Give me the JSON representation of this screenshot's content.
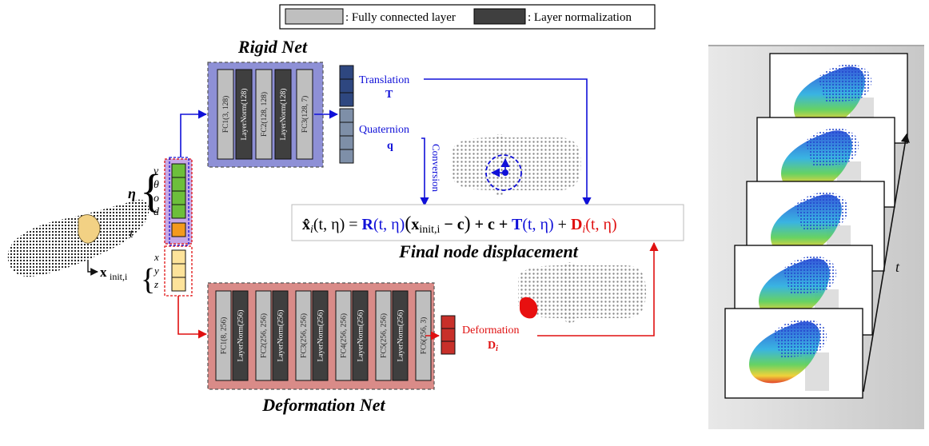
{
  "legend": {
    "fc_label": ": Fully connected layer",
    "ln_label": ": Layer normalization"
  },
  "rigid_net": {
    "title": "Rigid Net",
    "layers": [
      "FC1(3, 128)",
      "LayerNorm(128)",
      "FC2(128, 128)",
      "LayerNorm(128)",
      "FC3(128, 7)"
    ],
    "translation_label": "Translation",
    "translation_symbol": "T",
    "quaternion_label": "Quaternion",
    "quaternion_symbol": "q",
    "conversion_label": "Conversion"
  },
  "deformation_net": {
    "title": "Deformation Net",
    "layers": [
      "FC1(8, 256)",
      "LayerNorm(256)",
      "FC2(256, 256)",
      "LayerNorm(256)",
      "FC3(256, 256)",
      "LayerNorm(256)",
      "FC4(256, 256)",
      "LayerNorm(256)",
      "FC5(256, 256)",
      "LayerNorm(256)",
      "FC6(256, 3)"
    ],
    "deformation_label": "Deformation",
    "deformation_symbol": "D",
    "deformation_sub": "i"
  },
  "inputs": {
    "eta_symbol": "η",
    "eta_vars": [
      "v",
      "θ",
      "o",
      "d"
    ],
    "t_symbol": "t",
    "x_symbol": "x",
    "x_sub": "init,i",
    "xyz_vars": [
      "x",
      "y",
      "z"
    ]
  },
  "equation": {
    "lhs": "x̂",
    "lhs_sub": "i",
    "lhs_args": "(t, η) = ",
    "R": "R",
    "R_args": "(t, η)",
    "paren_open": "(",
    "x": "x",
    "x_sub": "init,i",
    "minus_c": " − c",
    "paren_close": ")",
    "plus_c": " + c + ",
    "T": "T",
    "T_args": "(t, η)",
    "plus": " + ",
    "D": "D",
    "D_sub": "i",
    "D_args": "(t, η)"
  },
  "caption": "Final node displacement",
  "sequence": {
    "time_label": "t",
    "frame_count": 5
  },
  "colors": {
    "rigid_fill": "#8e90d6",
    "deform_fill": "#d98b88",
    "fc_fill": "#bfbfbf",
    "ln_fill": "#3f3f3f",
    "blue": "#1010d8",
    "red": "#e01010",
    "eta_green": "#6dbf3b",
    "t_orange": "#f39a1e",
    "xyz_yellow": "#fde39a"
  }
}
